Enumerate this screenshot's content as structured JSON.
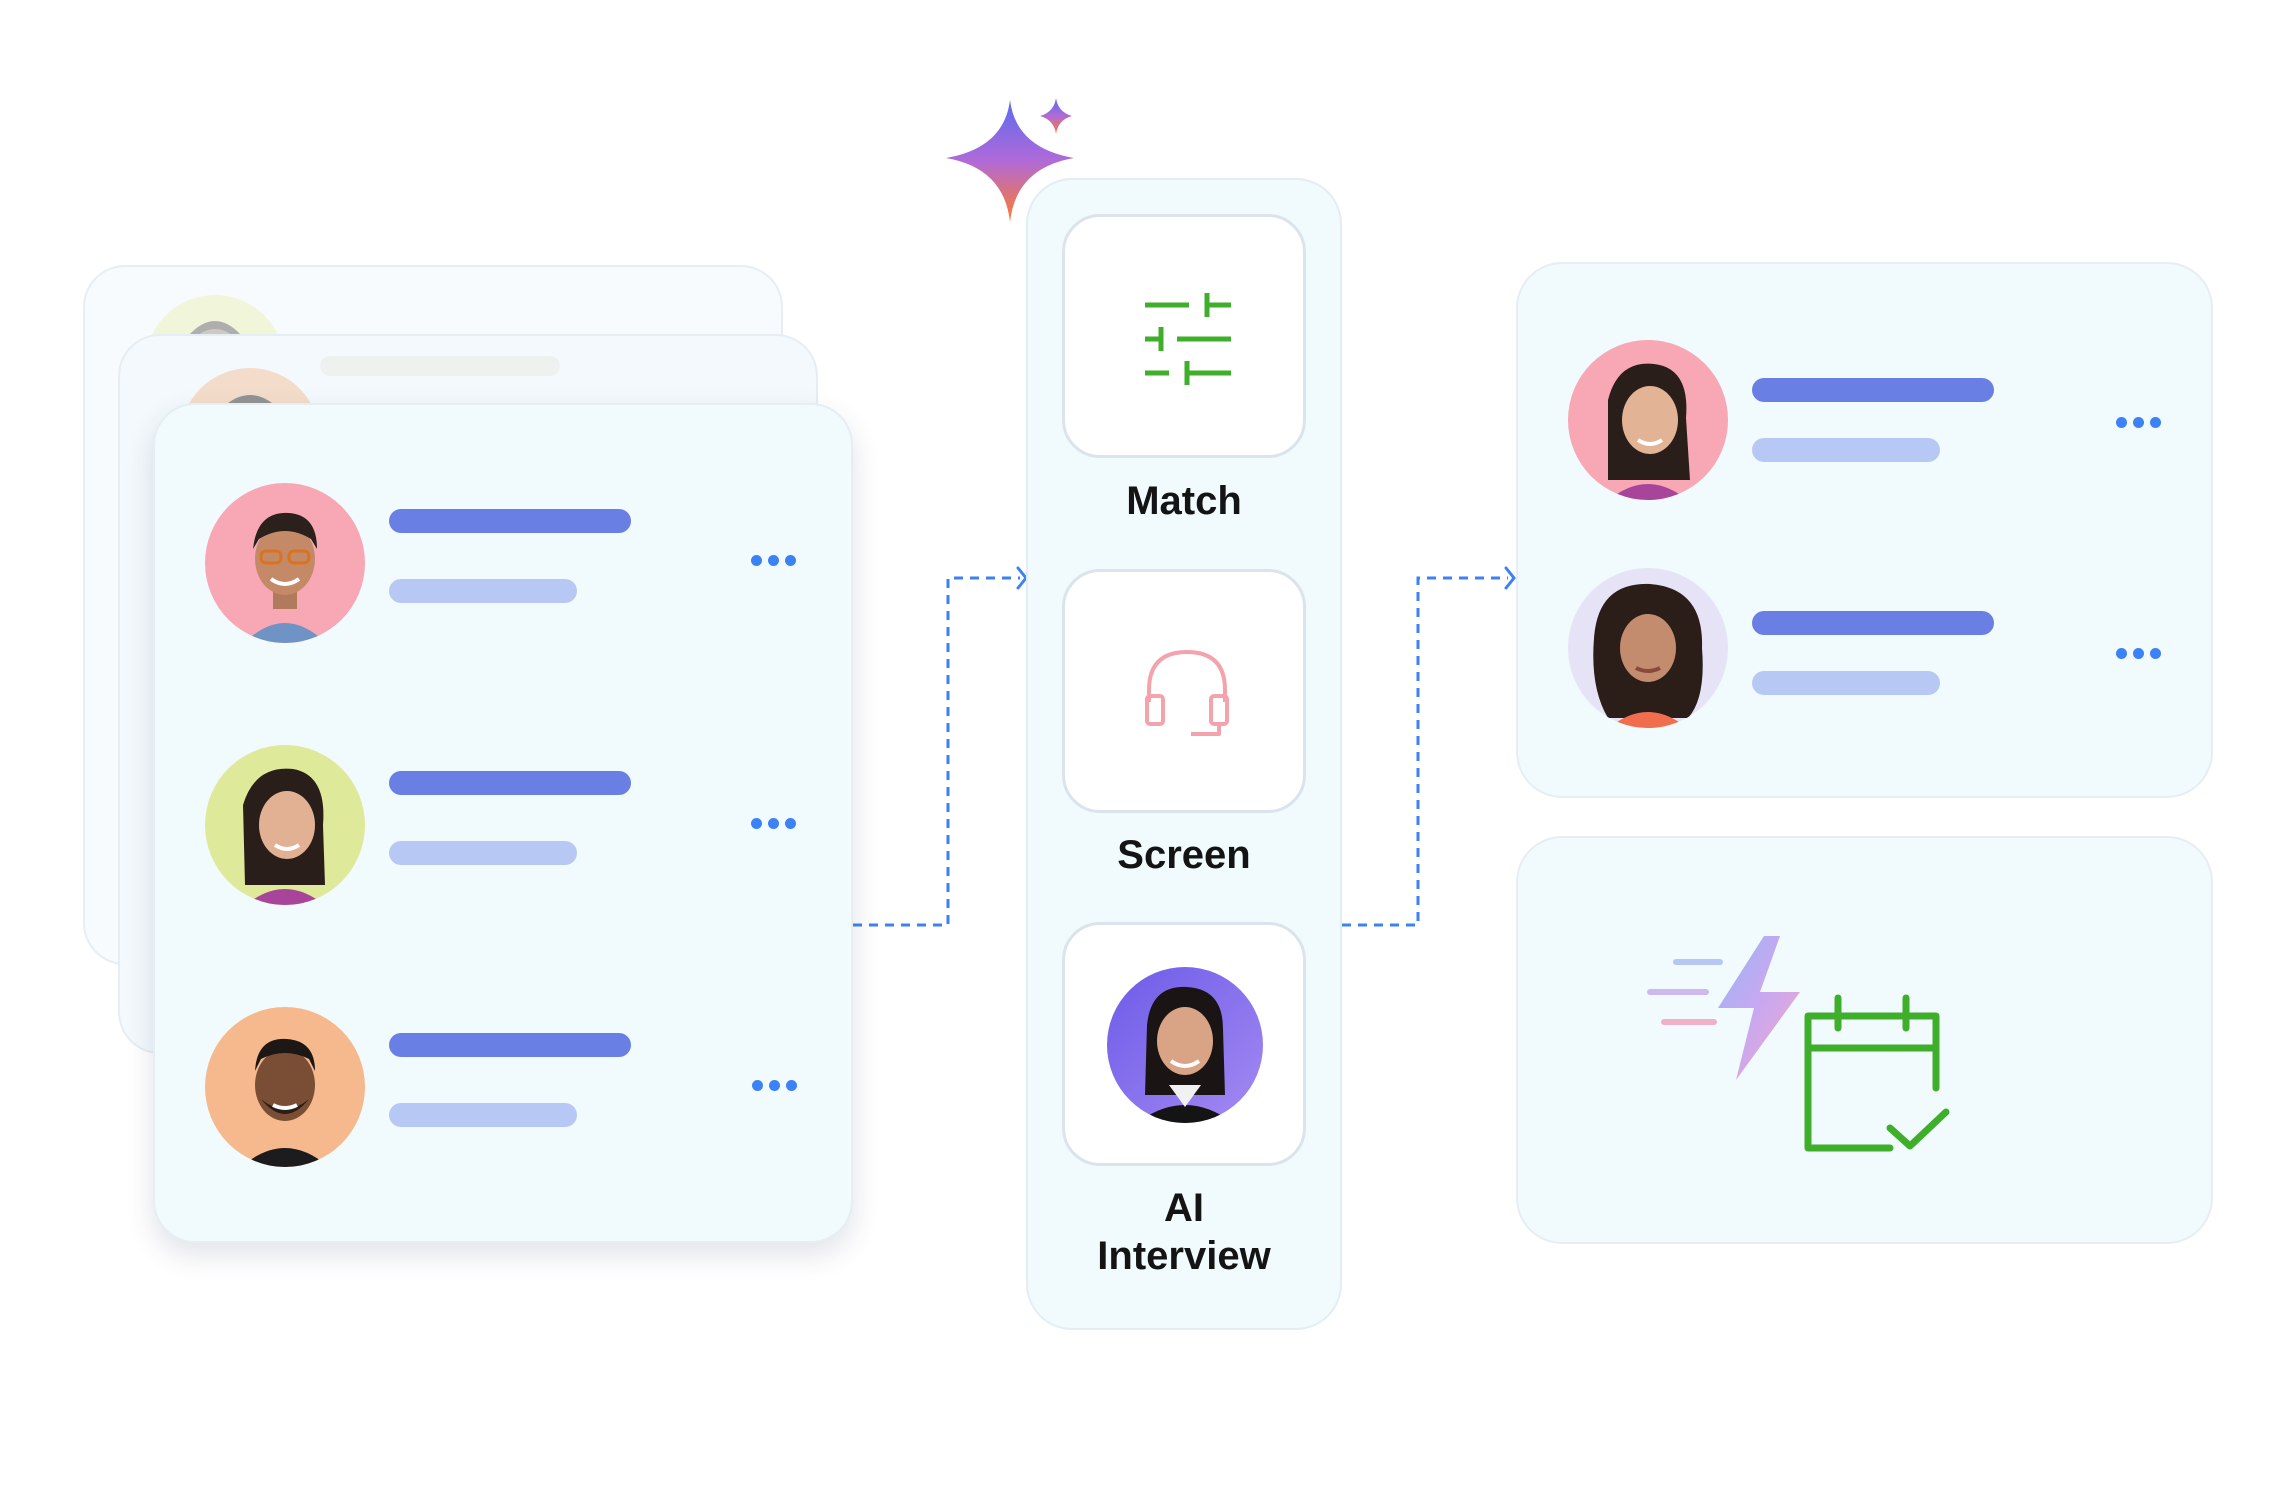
{
  "pipeline": {
    "steps": [
      {
        "label": "Match",
        "icon": "sliders-icon"
      },
      {
        "label": "Screen",
        "icon": "headset-icon"
      },
      {
        "label": "AI Interview",
        "label_lines": [
          "AI",
          "Interview"
        ],
        "icon": "ai-interviewer-avatar"
      }
    ]
  },
  "icons": {
    "sparkle": "sparkle-icon",
    "scheduled": "calendar-check-icon",
    "speed": "lightning-icon",
    "more": "more-dots-icon"
  },
  "colors": {
    "primary_bar": "#6a7fe4",
    "secondary_bar": "#b8c8f4",
    "dots": "#3b82f6",
    "match_icon": "#3fae2a",
    "screen_icon": "#f4a3ad",
    "calendar_icon": "#3fae2a",
    "connector": "#3b82f6",
    "card_bg": "#f1fafd"
  },
  "candidates_in": [
    {
      "avatar_bg": "#f7a8b4"
    },
    {
      "avatar_bg": "#dfe99a"
    },
    {
      "avatar_bg": "#f6b98e"
    }
  ],
  "candidates_out": [
    {
      "avatar_bg": "#f7a8b4"
    },
    {
      "avatar_bg": "#e6e3f7"
    }
  ]
}
